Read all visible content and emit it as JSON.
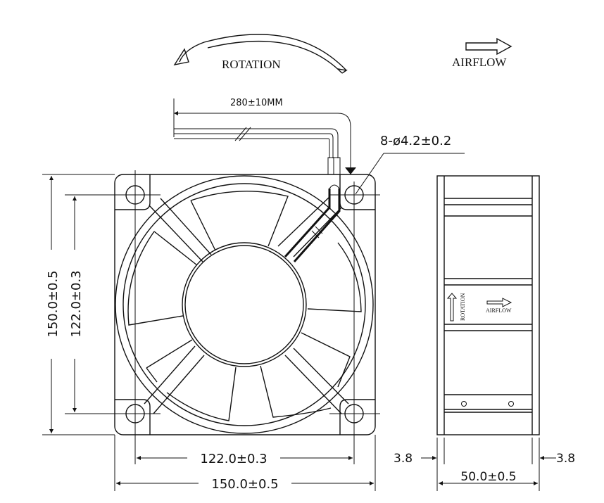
{
  "labels": {
    "rotation": "ROTATION",
    "airflow": "AIRFLOW",
    "side_rotation": "ROTATION",
    "side_airflow": "AIRFLOW"
  },
  "dimensions": {
    "lead_length": "280±10MM",
    "holes": "8-ø4.2±0.2",
    "height_overall": "150.0±0.5",
    "height_holes": "122.0±0.3",
    "width_holes": "122.0±0.3",
    "width_overall": "150.0±0.5",
    "depth": "50.0±0.5",
    "flange_left": "3.8",
    "flange_right": "3.8"
  },
  "colors": {
    "line": "#111111",
    "background": "#ffffff"
  }
}
